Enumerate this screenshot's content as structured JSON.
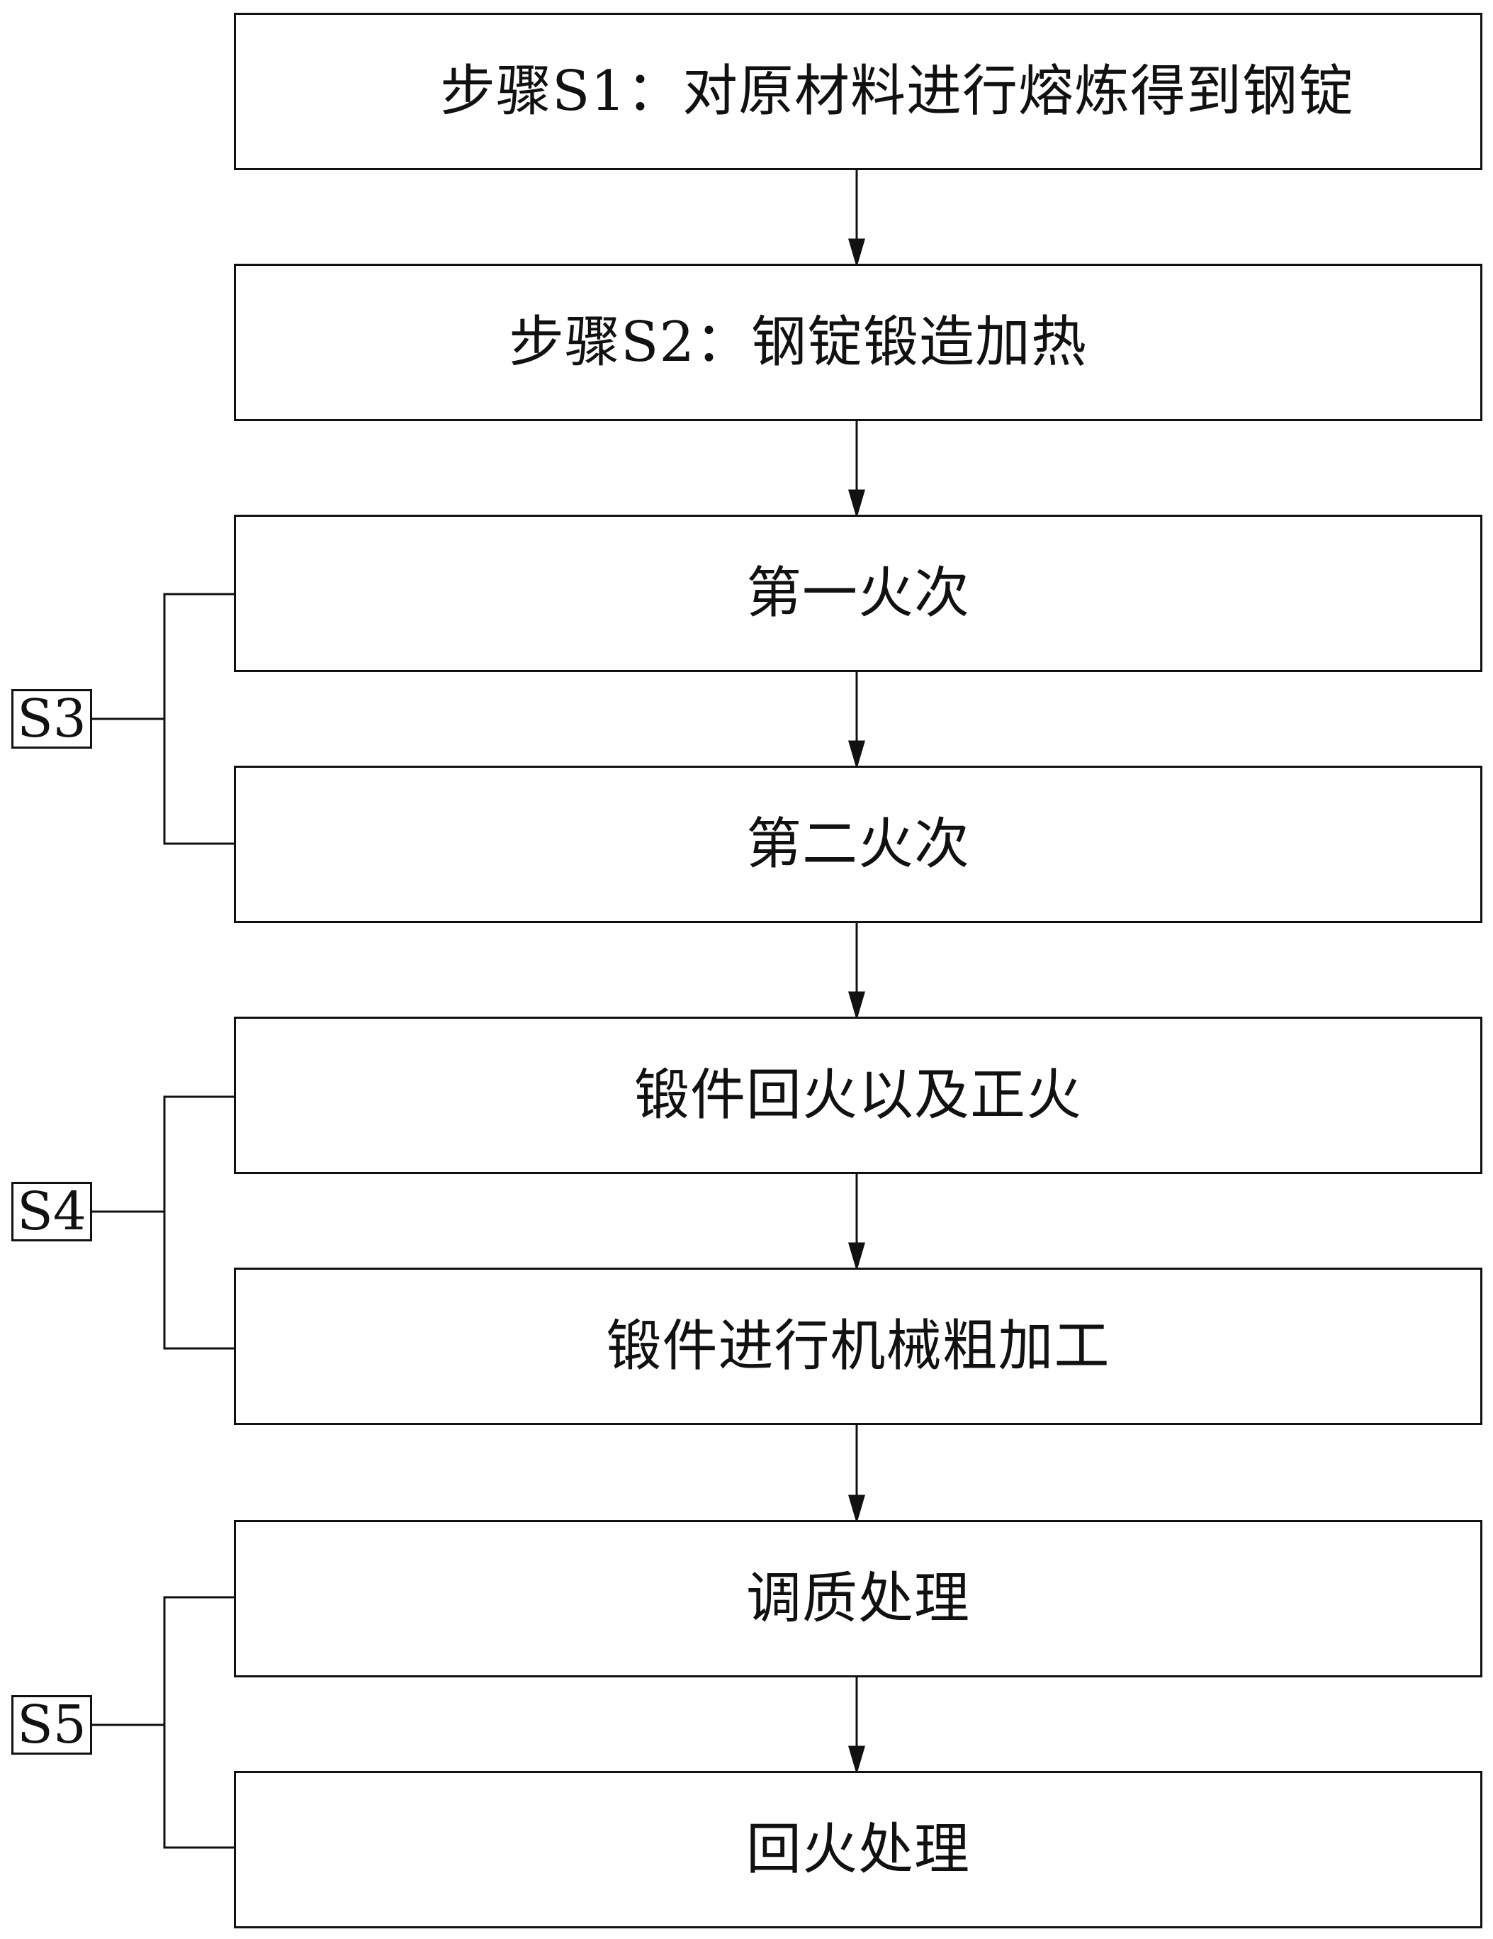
{
  "steps": [
    {
      "id": "s1",
      "label": "步骤S1：对原材料进行熔炼得到钢锭"
    },
    {
      "id": "s2",
      "label": "步骤S2：钢锭锻造加热"
    },
    {
      "id": "s3a",
      "label": "第一火次"
    },
    {
      "id": "s3b",
      "label": "第二火次"
    },
    {
      "id": "s4a",
      "label": "锻件回火以及正火"
    },
    {
      "id": "s4b",
      "label": "锻件进行机械粗加工"
    },
    {
      "id": "s5a",
      "label": "调质处理"
    },
    {
      "id": "s5b",
      "label": "回火处理"
    }
  ],
  "groups": [
    {
      "id": "g3",
      "label": "S3"
    },
    {
      "id": "g4",
      "label": "S4"
    },
    {
      "id": "g5",
      "label": "S5"
    }
  ],
  "colors": {
    "line": "#111111",
    "background": "#ffffff"
  }
}
